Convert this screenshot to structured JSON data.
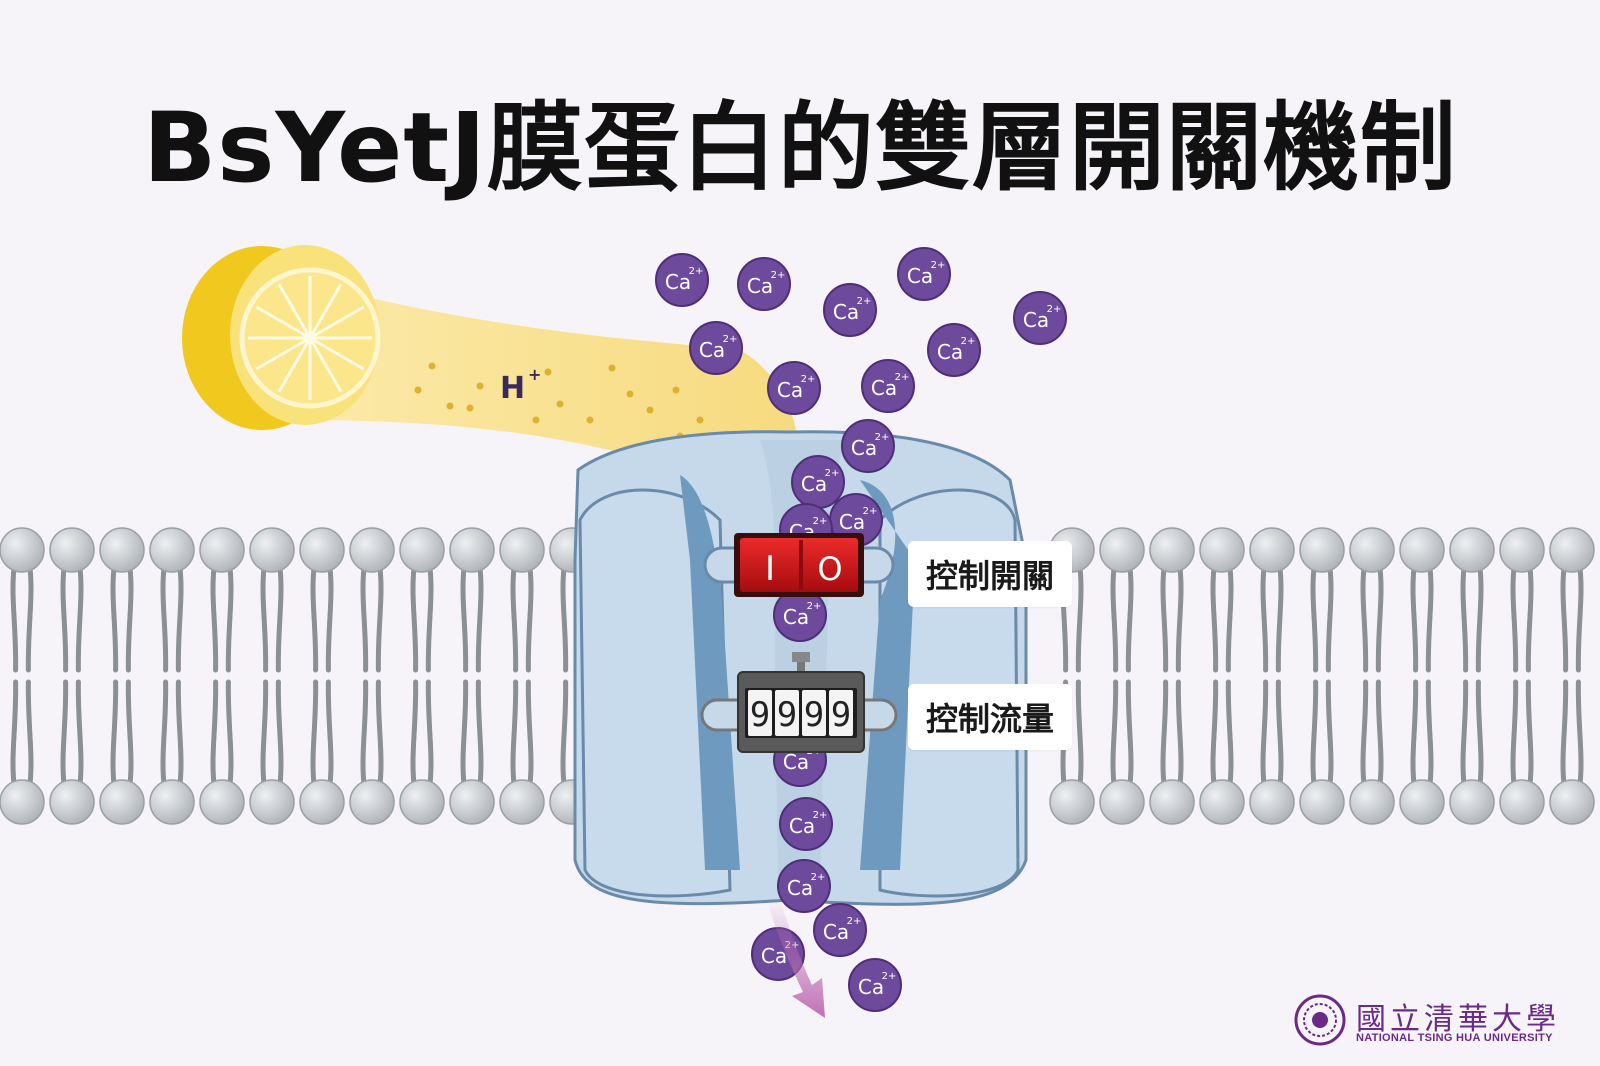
{
  "title": "BsYetJ膜蛋白的雙層開關機制",
  "ion": {
    "symbol": "Ca",
    "charge": "2+"
  },
  "proton": {
    "symbol": "H",
    "charge": "+"
  },
  "switch": {
    "on_symbol": "I",
    "off_symbol": "O"
  },
  "counter": {
    "digits": [
      "9",
      "9",
      "9",
      "9"
    ]
  },
  "labels": {
    "switch": "控制開關",
    "flow": "控制流量"
  },
  "logo": {
    "name_zh": "國立清華大學",
    "name_en": "NATIONAL TSING HUA UNIVERSITY"
  },
  "colors": {
    "background": "#f6f3f9",
    "ion_fill": "#6e4a9c",
    "protein_light": "#c5d9ea",
    "protein_dark": "#6f9ac0",
    "lipid_head": "#c9cdd1",
    "switch_red": "#d0141b",
    "lemon": "#f6d73a",
    "arrow": "#c070b4",
    "logo": "#6b2a86"
  }
}
